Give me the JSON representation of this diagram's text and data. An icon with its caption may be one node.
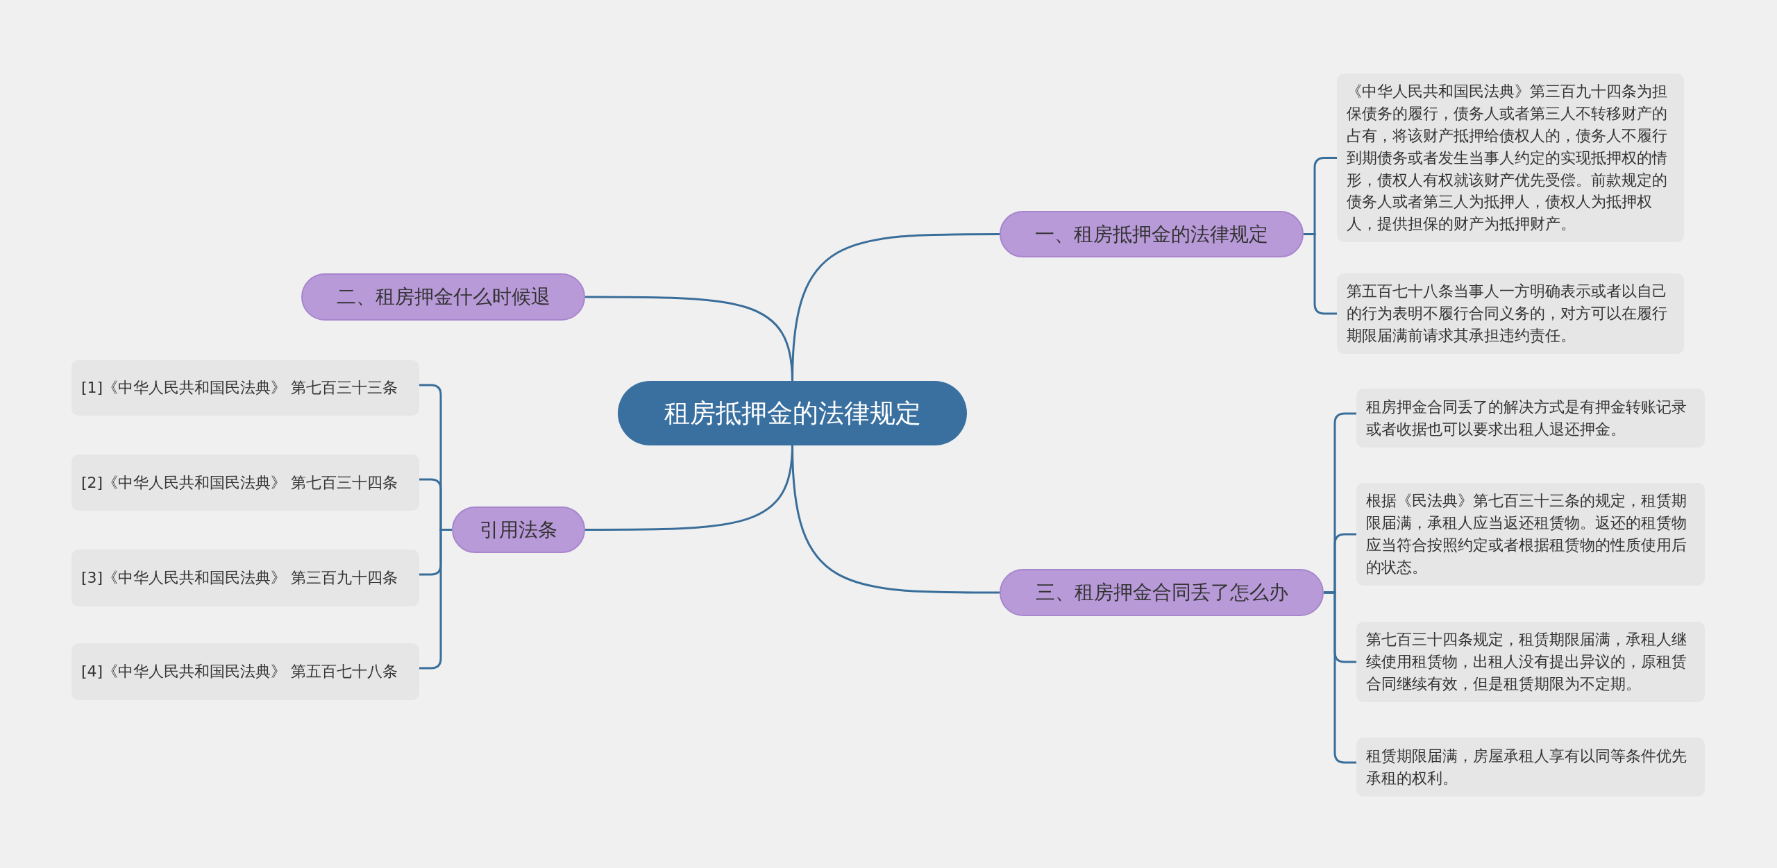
{
  "diagram": {
    "nodes": [
      {
        "text": [
          "租房抵押金的法律规定"
        ]
      },
      {
        "text": [
          "一、租房抵押金的法律规定"
        ]
      },
      {
        "text": [
          "《中华人民共和国民法典》第三百九十四条为担保债务的履行，债务人或者第三人不转移财产的占有，将该财产抵押给债权人的，债务人不履行到期债务或者发生当事人约定的实现抵押权的情形，债权人有权就该财产优先受偿。前款规定的债务人或者第三人为抵押人，债权人为抵押权人，提供担保的财产为抵押财产。"
        ]
      },
      {
        "text": [
          "第五百七十八条当事人一方明确表示或者以自己的行为表明不履行合同义务的，对方可以在履行期限届满前请求其承担违约责任。"
        ]
      },
      {
        "text": [
          "二、租房押金什么时候退"
        ]
      },
      {
        "text": [
          "引用法条"
        ]
      },
      {
        "text": [
          "[1]《中华人民共和国民法典》 第七百三十三条"
        ]
      },
      {
        "text": [
          "[2]《中华人民共和国民法典》 第七百三十四条"
        ]
      },
      {
        "text": [
          "[3]《中华人民共和国民法典》 第三百九十四条"
        ]
      },
      {
        "text": [
          "[4]《中华人民共和国民法典》 第五百七十八条"
        ]
      },
      {
        "text": [
          "三、租房押金合同丢了怎么办"
        ]
      },
      {
        "text": [
          "租房押金合同丢了的解决方式是有押金转账记录或者收据也可以要求出租人退还押金。"
        ]
      },
      {
        "text": [
          "根据《民法典》第七百三十三条的规定，租赁期限届满，承租人应当返还租赁物。返还的租赁物应当符合按照约定或者根据租赁物的性质使用后的状态。"
        ]
      },
      {
        "text": [
          "第七百三十四条规定，租赁期限届满，承租人继续使用租赁物，出租人没有提出异议的，原租赁合同继续有效，但是租赁期限为不定期。"
        ]
      },
      {
        "text": [
          "租赁期限届满，房屋承租人享有以同等条件优先承租的权利。"
        ]
      }
    ],
    "edges": [
      {
        "from": 0,
        "to": 1,
        "arrow": "none"
      },
      {
        "from": 1,
        "to": 2,
        "arrow": "none"
      },
      {
        "from": 1,
        "to": 3,
        "arrow": "none"
      },
      {
        "from": 0,
        "to": 4,
        "arrow": "none"
      },
      {
        "from": 0,
        "to": 5,
        "arrow": "none"
      },
      {
        "from": 5,
        "to": 6,
        "arrow": "none"
      },
      {
        "from": 5,
        "to": 7,
        "arrow": "none"
      },
      {
        "from": 5,
        "to": 8,
        "arrow": "none"
      },
      {
        "from": 5,
        "to": 9,
        "arrow": "none"
      },
      {
        "from": 0,
        "to": 10,
        "arrow": "none"
      },
      {
        "from": 10,
        "to": 11,
        "arrow": "none"
      },
      {
        "from": 10,
        "to": 12,
        "arrow": "none"
      },
      {
        "from": 10,
        "to": 13,
        "arrow": "none"
      },
      {
        "from": 10,
        "to": 14,
        "arrow": "none"
      }
    ]
  }
}
